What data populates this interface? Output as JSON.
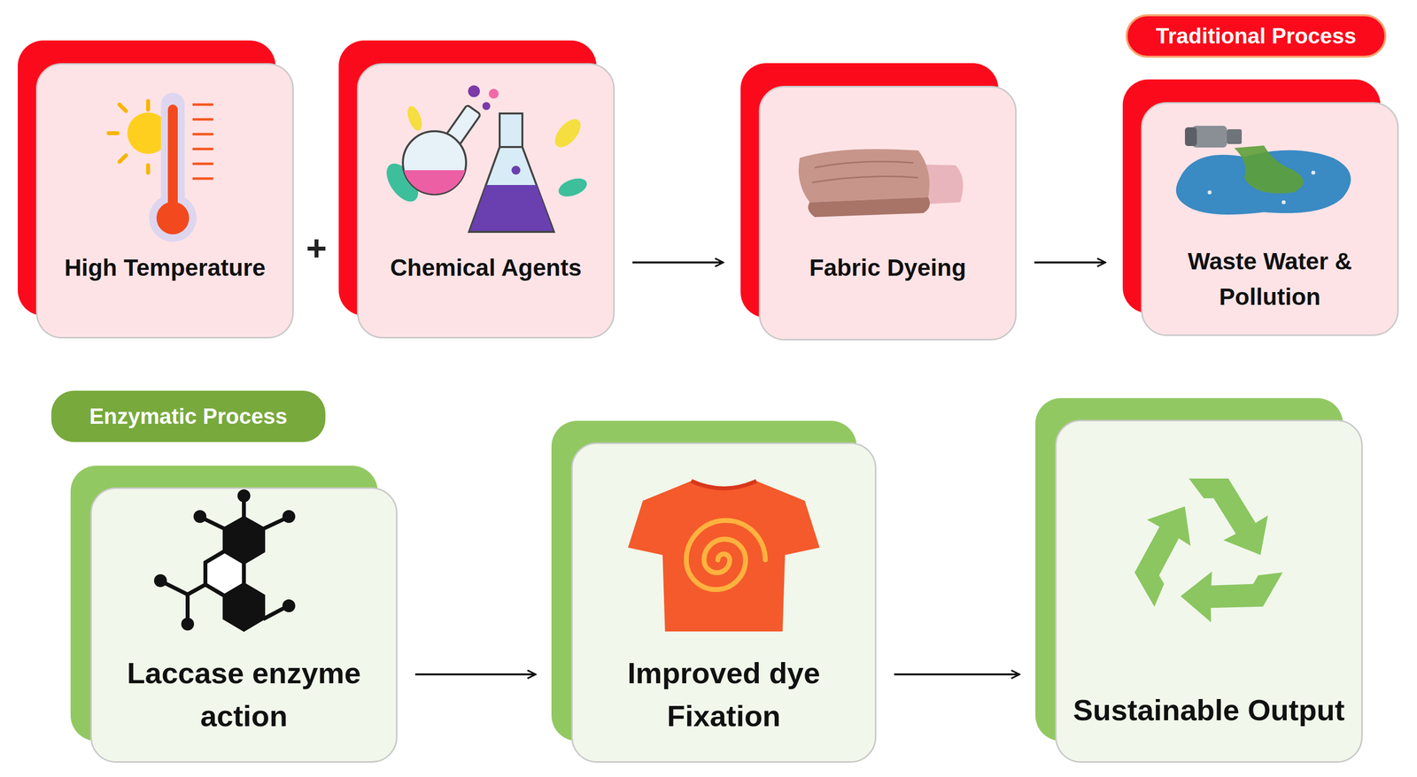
{
  "diagram": {
    "nodes": [
      {
        "text": [
          "Traditional Process"
        ]
      },
      {
        "text": [
          "High Temperature"
        ]
      },
      {
        "text": [
          "Chemical Agents"
        ]
      },
      {
        "text": [
          "Fabric Dyeing"
        ]
      },
      {
        "text": [
          "Waste Water & Pollution"
        ]
      },
      {
        "text": [
          "Enzymatic Process"
        ]
      },
      {
        "text": [
          "Laccase enzyme action"
        ]
      },
      {
        "text": [
          "Improved dye Fixation"
        ]
      },
      {
        "text": [
          "Sustainable Output"
        ]
      }
    ],
    "edges": [
      {
        "from": 2,
        "to": 3,
        "arrow": "to"
      },
      {
        "from": 3,
        "to": 4,
        "arrow": "to"
      },
      {
        "from": 6,
        "to": 7,
        "arrow": "to"
      },
      {
        "from": 7,
        "to": 8,
        "arrow": "to"
      }
    ],
    "labels": [
      "+"
    ]
  }
}
